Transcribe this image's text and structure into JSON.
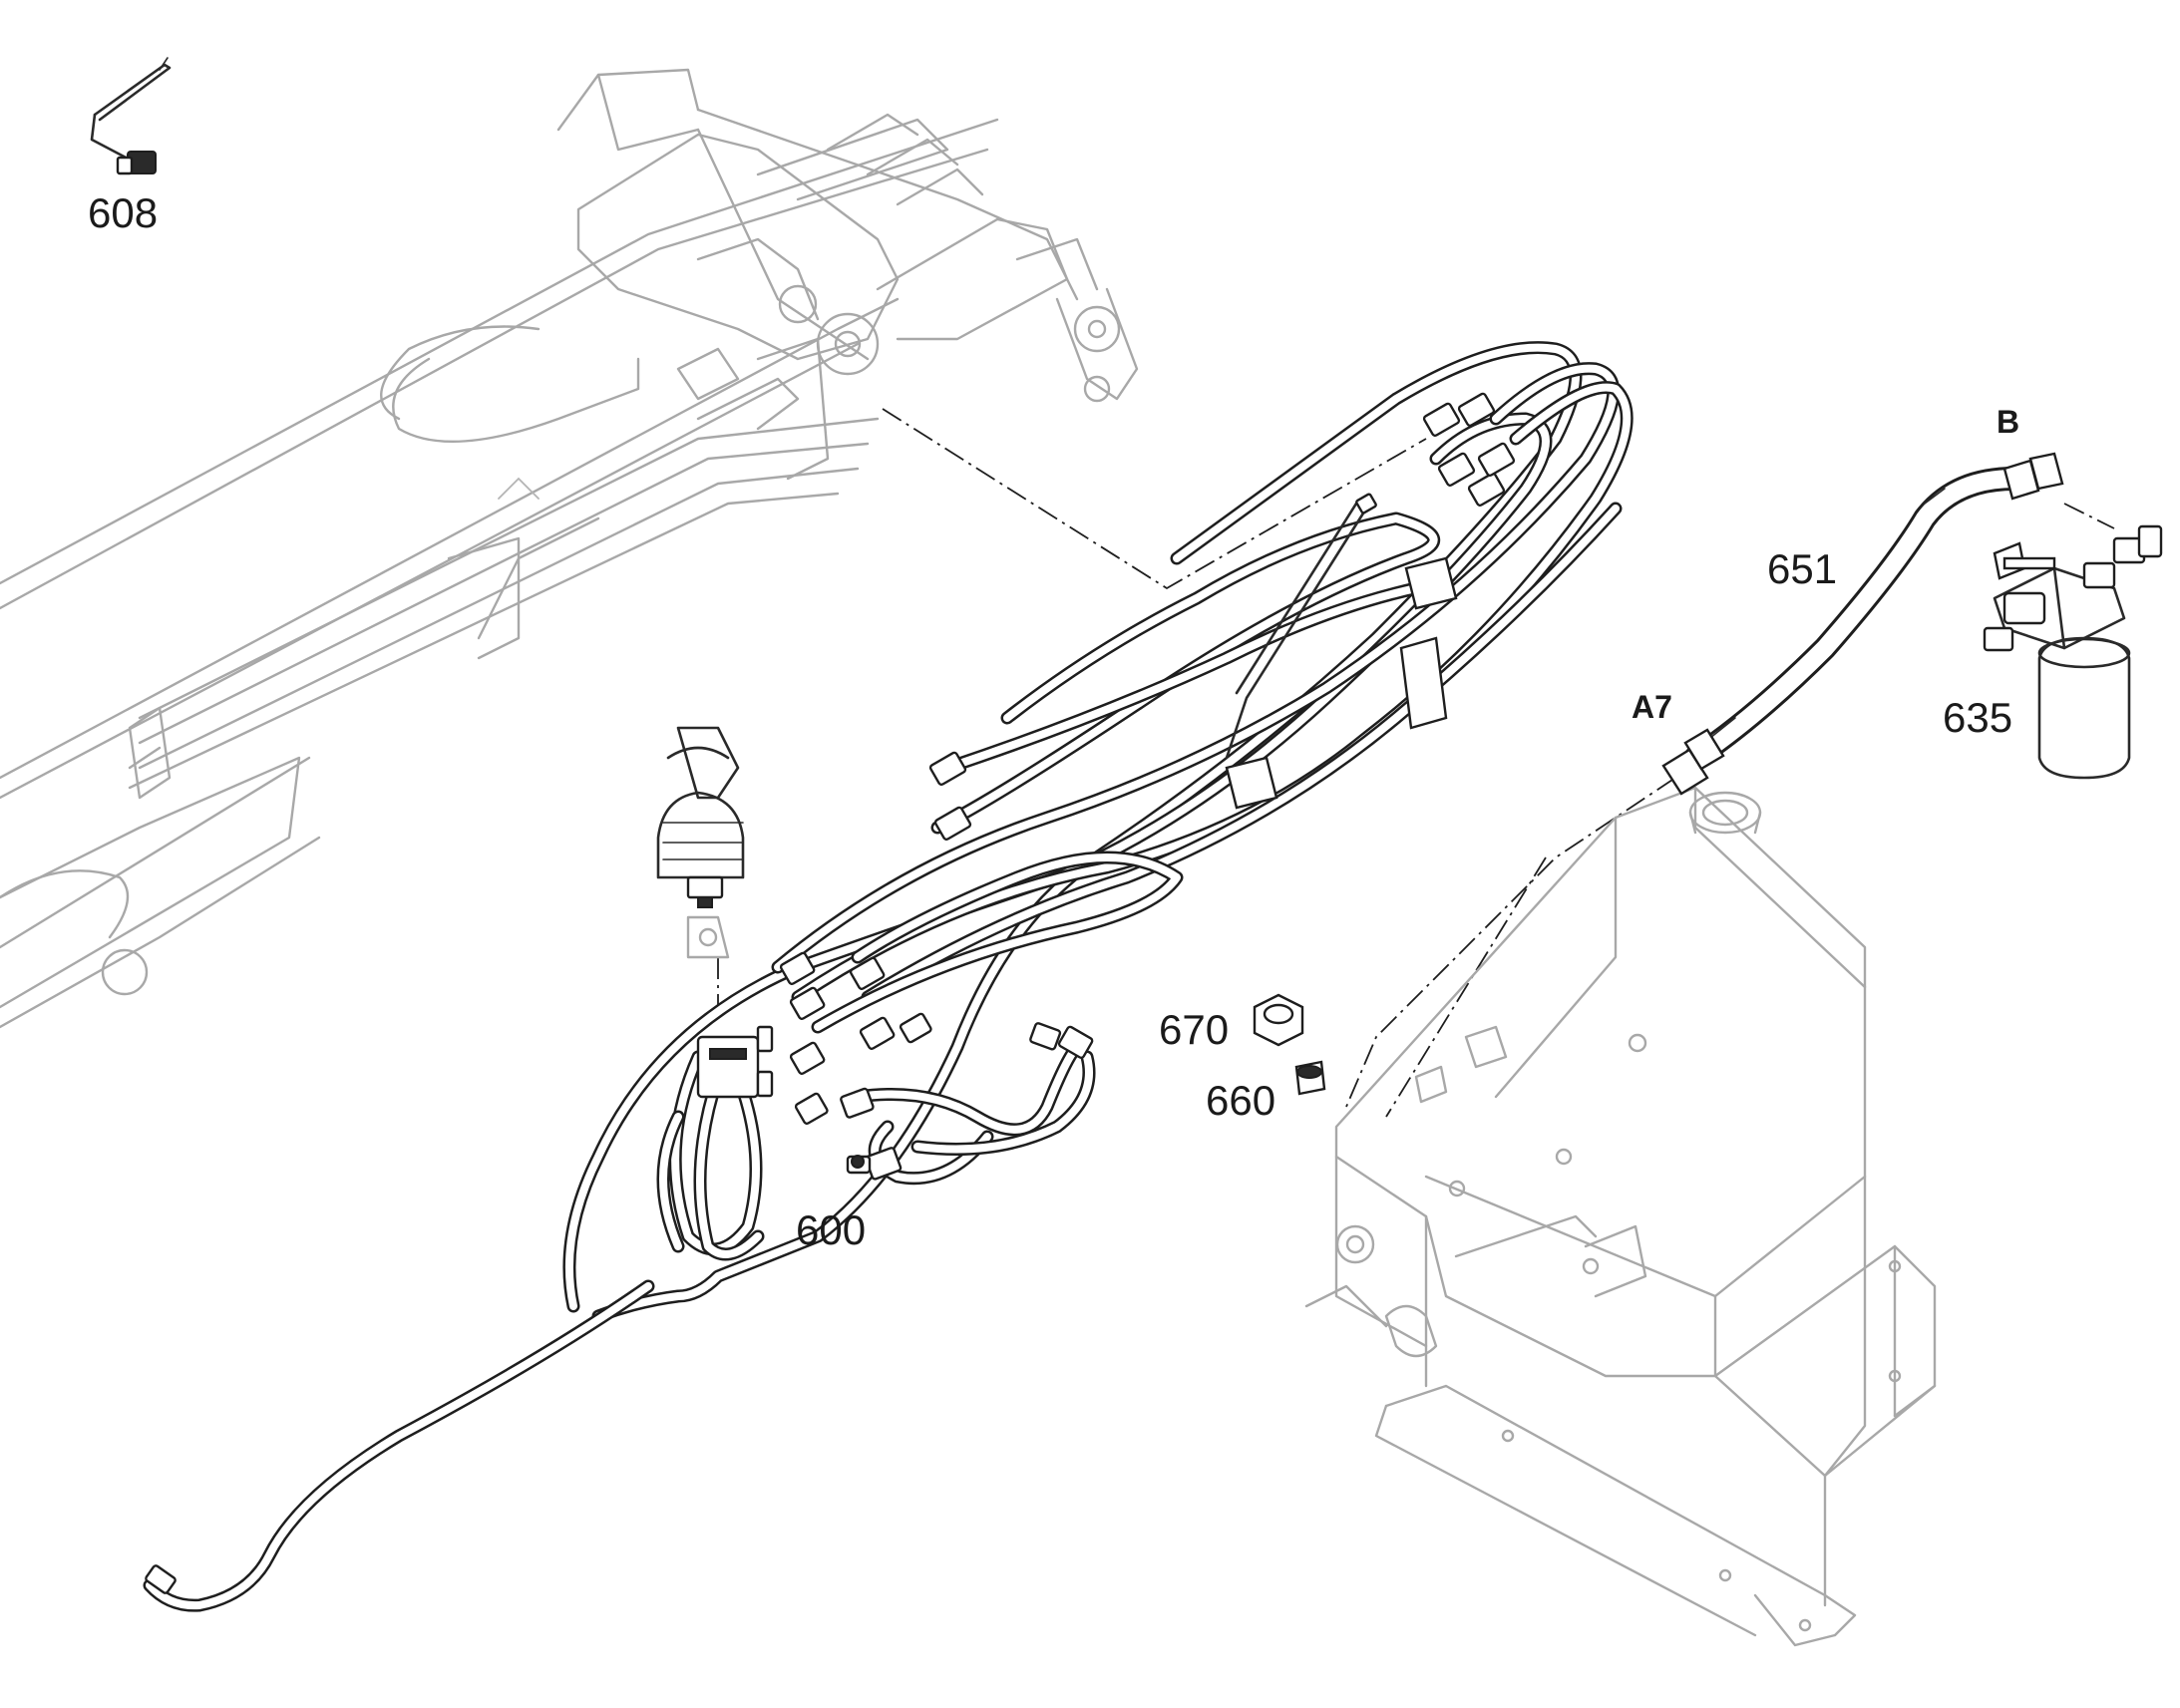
{
  "labels": {
    "p608": "608",
    "p600": "600",
    "p670": "670",
    "p660": "660",
    "p651": "651",
    "p635": "635",
    "ref_b": "B",
    "ref_a7": "A7"
  }
}
